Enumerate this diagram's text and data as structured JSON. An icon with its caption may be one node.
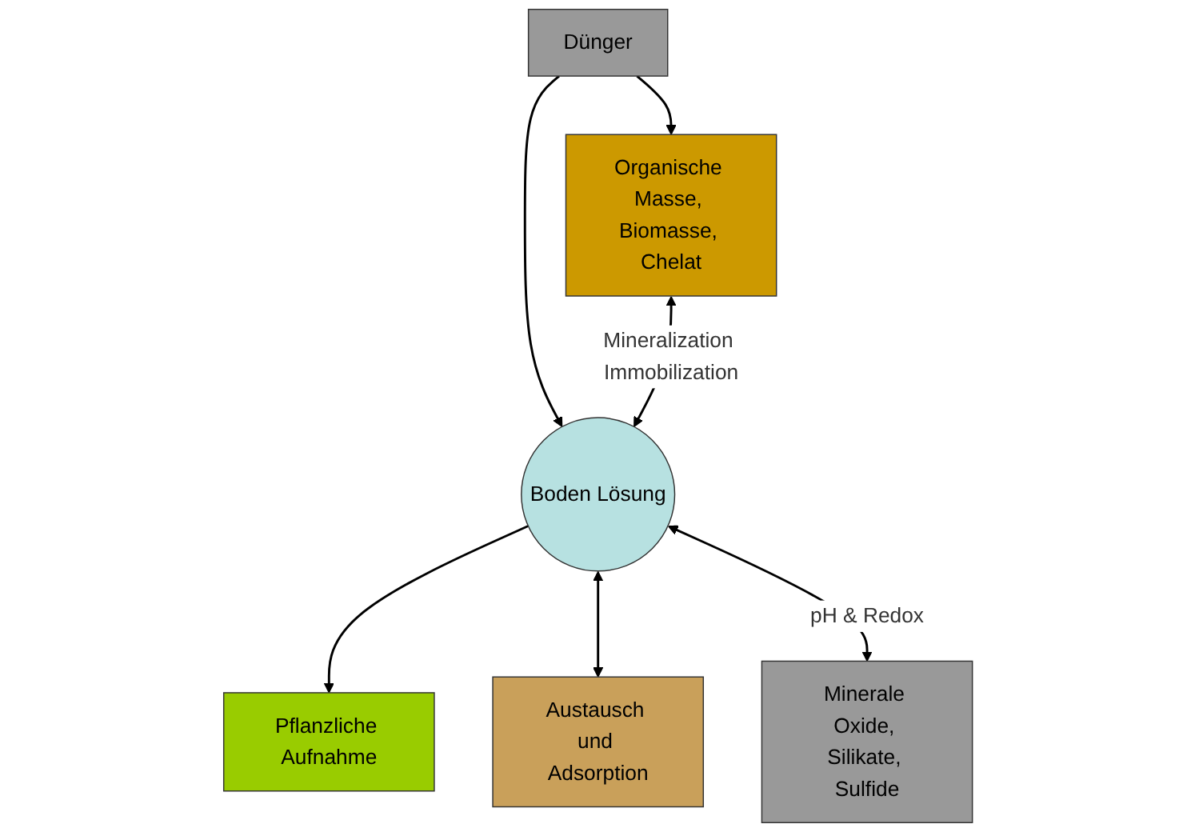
{
  "diagram": {
    "nodes": [
      {
        "text": [
          "Dünger"
        ]
      },
      {
        "text": [
          "Pflanzliche Aufnahme"
        ]
      },
      {
        "text": [
          "Organische Masse, Biomasse, Chelat"
        ]
      },
      {
        "text": [
          "Boden Lösung"
        ]
      },
      {
        "text": [
          "Austausch und Adsorption"
        ]
      },
      {
        "text": [
          "Minerale Oxide, Silikate, Sulfide"
        ]
      }
    ],
    "edges": [
      {
        "from": 0,
        "to": 2,
        "arrow": "to"
      },
      {
        "from": 0,
        "to": 3,
        "arrow": "to"
      },
      {
        "from": 3,
        "to": 1,
        "arrow": "to"
      },
      {
        "from": 2,
        "to": 3,
        "arrow": "both",
        "label": "Mineralization Immobilization"
      },
      {
        "from": 3,
        "to": 4,
        "arrow": "both"
      },
      {
        "from": 3,
        "to": 5,
        "arrow": "both",
        "label": "pH & Redox"
      }
    ]
  }
}
